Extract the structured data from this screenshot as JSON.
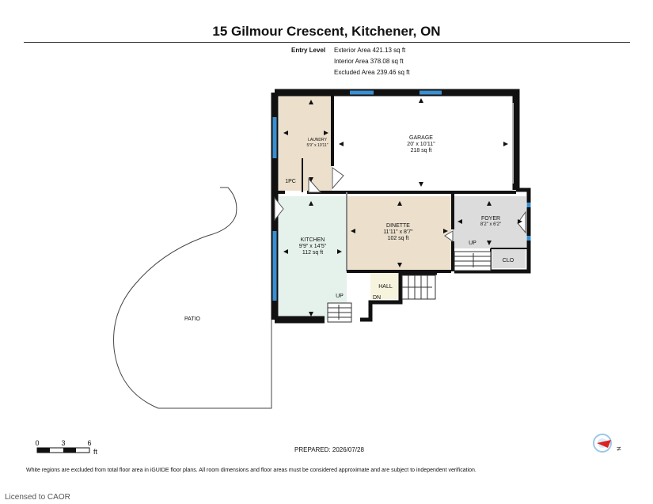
{
  "header": {
    "title": "15 Gilmour Crescent, Kitchener, ON",
    "level": "Entry Level",
    "exterior_area": "Exterior Area 421.13 sq ft",
    "interior_area": "Interior Area 378.08 sq ft",
    "excluded_area": "Excluded Area 239.46 sq ft"
  },
  "rooms": {
    "laundry": {
      "name": "LAUNDRY",
      "dims": "5'9\" x 10'11\""
    },
    "garage": {
      "name": "GARAGE",
      "dims": "20' x 10'11\"",
      "area": "218 sq ft"
    },
    "powder": {
      "name": "1PC"
    },
    "kitchen": {
      "name": "KITCHEN",
      "dims": "9'9\" x 14'5\"",
      "area": "112 sq ft"
    },
    "dinette": {
      "name": "DINETTE",
      "dims": "11'11\" x 8'7\"",
      "area": "102 sq ft"
    },
    "foyer": {
      "name": "FOYER",
      "dims": "8'2\" x 6'2\""
    },
    "closet": {
      "name": "CLO"
    },
    "hall": {
      "name": "HALL"
    },
    "patio": {
      "name": "PATIO"
    }
  },
  "stairs": {
    "foyer_up": "UP",
    "kitchen_up": "UP",
    "hall_down": "DN"
  },
  "scale": {
    "ticks": [
      "0",
      "3",
      "6"
    ],
    "unit": "ft"
  },
  "compass": {
    "label": "N"
  },
  "footer": {
    "prepared": "PREPARED: 2026/07/28",
    "note": "White regions are excluded from total floor area in iGUIDE floor plans. All room dimensions and floor areas must be considered approximate and are subject to independent verification.",
    "licensed": "Licensed to CAOR"
  },
  "colors": {
    "wall": "#111111",
    "window": "#3a8fd0",
    "beige": "#ece0cd",
    "kitchen": "#e5f2ec",
    "foyer": "#dcdcdc",
    "hall": "#f7f4dd"
  }
}
